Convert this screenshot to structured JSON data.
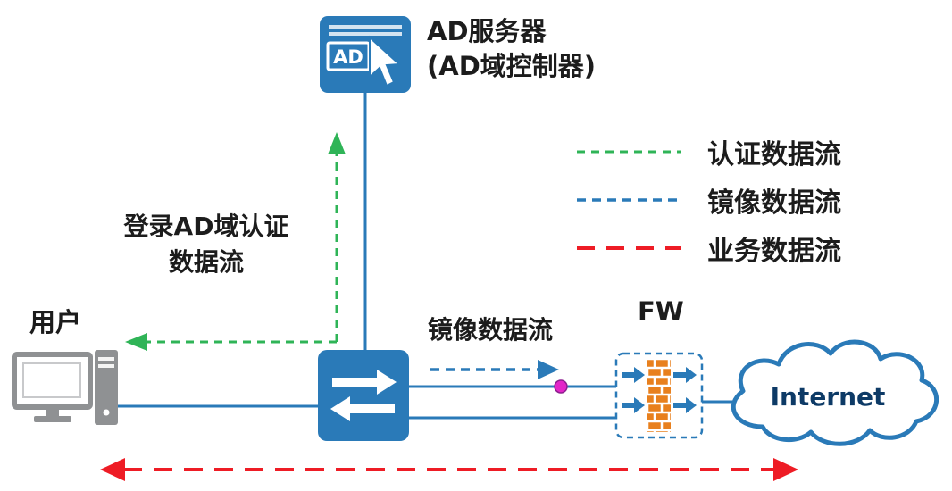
{
  "colors": {
    "device_blue": "#2a7ab8",
    "auth_green": "#2fb457",
    "mirror_blue": "#2a7ab8",
    "service_red": "#ee1c25",
    "tap_dot": "#e326c8",
    "brick_orange": "#e8801e",
    "internet_text": "#0d3a66",
    "computer_gray": "#8f9193"
  },
  "nodes": {
    "ad_server": {
      "icon_text": "AD",
      "label_line1": "AD服务器",
      "label_line2": "(AD域控制器)"
    },
    "user": {
      "label": "用户"
    },
    "firewall": {
      "label": "FW"
    },
    "internet": {
      "label": "Internet"
    }
  },
  "flows": {
    "auth_label_line1": "登录AD域认证",
    "auth_label_line2": "数据流",
    "mirror_label": "镜像数据流"
  },
  "legend": {
    "items": [
      {
        "label": "认证数据流"
      },
      {
        "label": "镜像数据流"
      },
      {
        "label": "业务数据流"
      }
    ]
  }
}
